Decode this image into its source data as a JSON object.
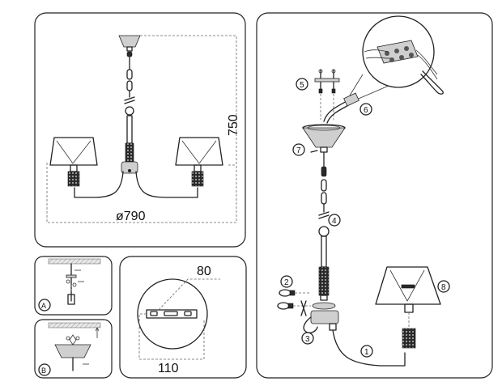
{
  "dimensions": {
    "height": "750",
    "diameter": "ø790",
    "mount_width": "80",
    "mount_span": "110"
  },
  "sub_diagrams": {
    "a": "A",
    "b": "B"
  },
  "steps": [
    "1",
    "2",
    "3",
    "4",
    "5",
    "6",
    "7",
    "8"
  ],
  "colors": {
    "line": "#222222",
    "crystal": "#2a2a2a",
    "panel_border": "#222222"
  }
}
